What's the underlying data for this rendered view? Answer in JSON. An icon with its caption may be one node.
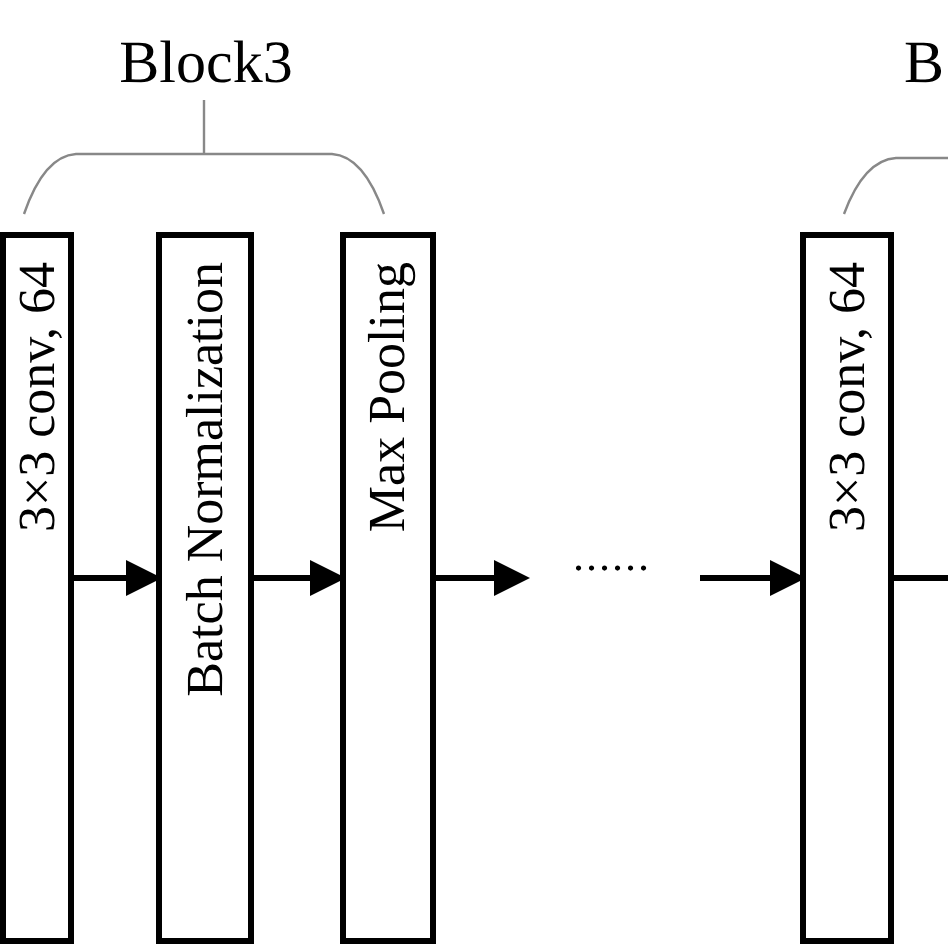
{
  "diagram": {
    "nodes": [
      {
        "text": [
          "3×3 conv, 64"
        ]
      },
      {
        "text": [
          "Batch Normalization"
        ]
      },
      {
        "text": [
          "Max Pooling"
        ]
      },
      {
        "text": [
          "3×3 conv, 64"
        ]
      }
    ],
    "edges": [
      {
        "from": 0,
        "to": 1,
        "arrow": "to"
      },
      {
        "from": 1,
        "to": 2,
        "arrow": "to"
      },
      {
        "from": 2,
        "to": null,
        "arrow": "to"
      },
      {
        "from": null,
        "to": 3,
        "arrow": "to"
      },
      {
        "from": 3,
        "to": null,
        "arrow": "none"
      }
    ],
    "labels": [
      "Block3",
      "......",
      "B"
    ]
  }
}
